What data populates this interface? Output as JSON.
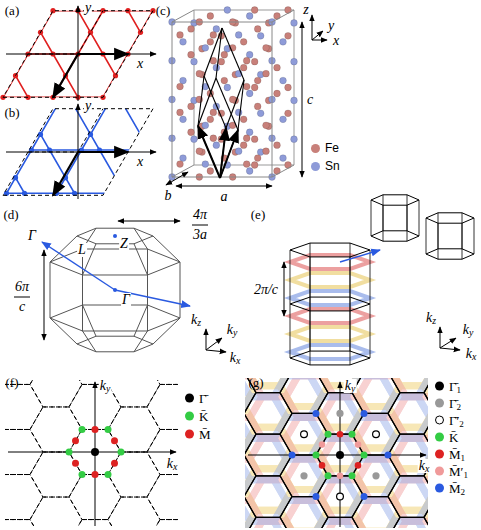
{
  "diagram": {
    "labels": [
      "(a)",
      "x",
      "y",
      "(b)",
      "x",
      "y",
      "(c)",
      "z",
      "y",
      "x",
      "c",
      "b",
      "a",
      "(d)",
      "Γ",
      "L",
      "Z",
      "Γ",
      "4π",
      "3a",
      "6π",
      "c",
      "kz",
      "ky",
      "kx",
      "(e)",
      "2π/c",
      "kz",
      "ky",
      "kx",
      "(f)",
      "ky",
      "kx",
      "(g)",
      "ky",
      "kx"
    ],
    "legend": [
      {
        "text": "Fe",
        "color": "#c8807a"
      },
      {
        "text": "Sn",
        "color": "#8e9bd8"
      },
      {
        "text": "Γ̄",
        "color": "#000000"
      },
      {
        "text": "K̄",
        "color": "#33cc44"
      },
      {
        "text": "M̄",
        "color": "#dd2222"
      },
      {
        "text": "Γ̄1",
        "color": "#000000"
      },
      {
        "text": "Γ̄2",
        "color": "#999999"
      },
      {
        "text": "Γ̄′2"
      },
      {
        "text": "K̄",
        "color": "#33cc44"
      },
      {
        "text": "M̄1",
        "color": "#dd2222"
      },
      {
        "text": "M̄′1",
        "color": "#f09a9a"
      },
      {
        "text": "M̄2",
        "color": "#2a5ae0"
      }
    ]
  }
}
